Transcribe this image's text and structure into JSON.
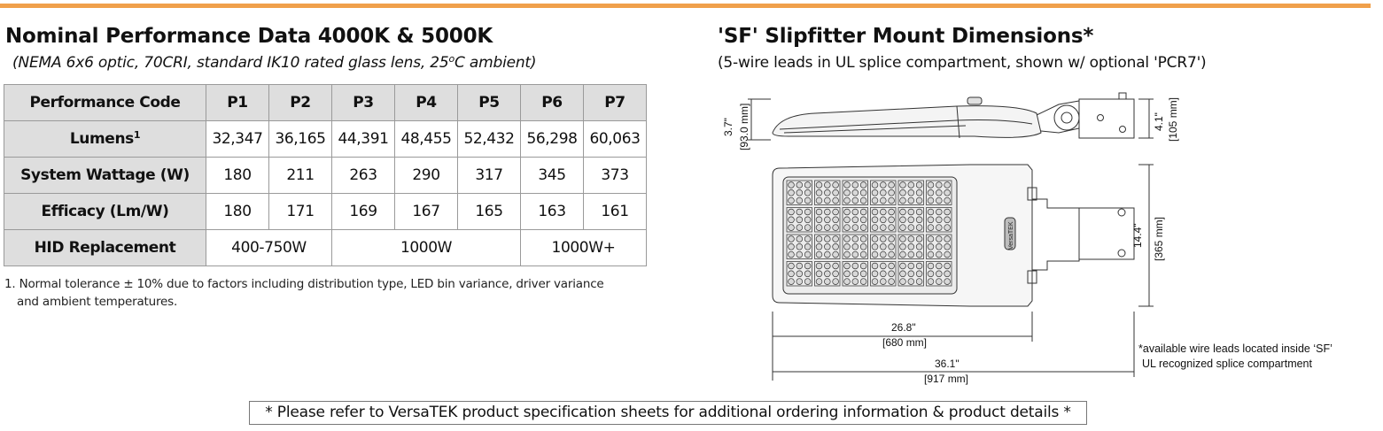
{
  "colors": {
    "accent_rule": "#f0a04b",
    "header_bg": "#dedede",
    "table_border": "#9a9a9a"
  },
  "left": {
    "title": "Nominal Performance Data 4000K & 5000K",
    "subtitle": "(NEMA 6x6 optic, 70CRI, standard IK10 rated glass lens, 25",
    "subtitle_deg": "o",
    "subtitle_end": "C ambient)",
    "table": {
      "header_label": "Performance Code",
      "codes": [
        "P1",
        "P2",
        "P3",
        "P4",
        "P5",
        "P6",
        "P7"
      ],
      "lumens_label": "Lumens",
      "lumens_sup": "1",
      "lumens": [
        "32,347",
        "36,165",
        "44,391",
        "48,455",
        "52,432",
        "56,298",
        "60,063"
      ],
      "wattage_label": "System Wattage (W)",
      "wattage": [
        "180",
        "211",
        "263",
        "290",
        "317",
        "345",
        "373"
      ],
      "efficacy_label": "Efficacy (Lm/W)",
      "efficacy": [
        "180",
        "171",
        "169",
        "167",
        "165",
        "163",
        "161"
      ],
      "hid_label": "HID Replacement",
      "hid": [
        "400-750W",
        "1000W",
        "1000W+"
      ]
    },
    "footnote_line1": "1. Normal tolerance ± 10% due to factors including distribution type, LED bin variance, driver variance",
    "footnote_line2": "and ambient temperatures."
  },
  "right": {
    "title": "'SF' Slipfitter Mount Dimensions*",
    "subtitle": "(5-wire leads in UL splice compartment, shown w/ optional 'PCR7')",
    "dims": {
      "height_in": "3.7\"",
      "height_mm": "[93.0 mm]",
      "mount_in": "4.1\"",
      "mount_mm": "[105 mm]",
      "width_in": "14.4\"",
      "width_mm": "[365 mm]",
      "housing_in": "26.8\"",
      "housing_mm": "[680 mm]",
      "overall_in": "36.1\"",
      "overall_mm": "[917 mm]"
    },
    "logo_text": "VersaTEK",
    "note_line1": "*available wire leads located inside ‘SF’",
    "note_line2": "UL recognized splice compartment"
  },
  "bottom_note": "* Please refer to VersaTEK product specification sheets for additional ordering information & product details *"
}
